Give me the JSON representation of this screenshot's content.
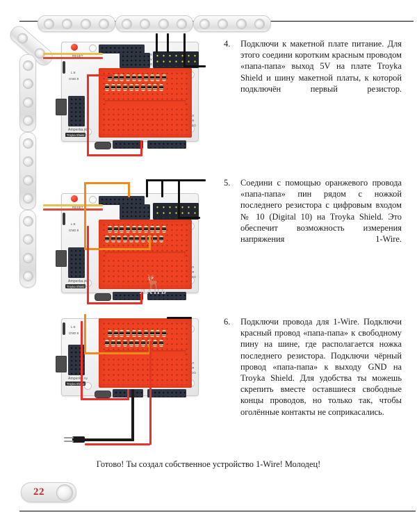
{
  "page": {
    "number": "22",
    "background": "#ffffff",
    "accent_red": "#c0232b"
  },
  "decoration": {
    "top_beams": [
      {
        "holes": 4
      },
      {
        "holes": 4
      },
      {
        "holes": 4
      }
    ],
    "left_beams": [
      {
        "holes": 4
      },
      {
        "holes": 4
      },
      {
        "holes": 4
      }
    ],
    "corner_beam": {
      "holes": 2
    },
    "rule_color": "#000000"
  },
  "steps": [
    {
      "number": "4.",
      "text": "Подключи к макетной плате пита­ние. Для этого соедини коротким красным проводом «папа-папа» выход 5V на плате Troyka Shield и шину макетной платы, к кото­рой подключён первый резистор."
    },
    {
      "number": "5.",
      "text": "Соедини с помощью оранжево­го провода «папа-папа» пин ря­дом с ножкой последнего резис­тора с цифровым входом № 10 (Digital 10) на Troyka Shield. Это обеспечит возможность измерения напряжения 1-Wire."
    },
    {
      "number": "6.",
      "text": "Подключи провода для 1-Wire. Подключи красный провод «па­па-папа» к свободному пину на шине, где располагается ножка последнего резистора. Подключи чёрный провод «папа-папа» к вы­ходу GND на Troyka Shield. Для удобства ты можешь скрепить вместе оставшиеся свободные концы проводов, но только так, чтобы оголённые контакты не со­прикасались."
    }
  ],
  "caption": "Готово! Ты создал собственное устройство 1-Wire! Молодец!",
  "figures": [
    {
      "id": "figure-step-4",
      "board_name": "Troyka Shield",
      "vendor": "Amperka.ru",
      "silkscreen": [
        "L:8",
        "GND:8",
        "RESET"
      ],
      "breadboard_color": "#ef4223",
      "wires": [
        {
          "color_name": "red",
          "color": "#e8312a"
        },
        {
          "color_name": "black",
          "color": "#111111"
        }
      ],
      "resistor_count": 10
    },
    {
      "id": "figure-step-5",
      "board_name": "Troyka Shield",
      "vendor": "Amperka.ru",
      "silkscreen": [
        "L:8",
        "GND:8",
        "RESET"
      ],
      "breadboard_color": "#ef4223",
      "wires": [
        {
          "color_name": "red",
          "color": "#e8312a"
        },
        {
          "color_name": "orange",
          "color": "#f08a1d"
        },
        {
          "color_name": "black",
          "color": "#111111"
        }
      ],
      "resistor_count": 10
    },
    {
      "id": "figure-step-6",
      "board_name": "Troyka Shield",
      "vendor": "Amperka.ru",
      "silkscreen": [
        "L:8",
        "GND:8"
      ],
      "breadboard_color": "#ef4223",
      "wires": [
        {
          "color_name": "red",
          "color": "#e8312a"
        },
        {
          "color_name": "orange",
          "color": "#f08a1d"
        },
        {
          "color_name": "black",
          "color": "#111111"
        }
      ],
      "resistor_count": 10
    }
  ],
  "watermark": {
    "text": "ЛАНЬ",
    "mark": "\u0001"
  },
  "board_labels": {
    "vendor": "Amperka.ru",
    "shield": "Troyka Shield",
    "l8": "L:8",
    "gnd8": "GND:8",
    "reset": "RESET",
    "svg": [
      "S",
      "V",
      "G"
    ],
    "side": [
      "A",
      "Я",
      "DO"
    ]
  }
}
